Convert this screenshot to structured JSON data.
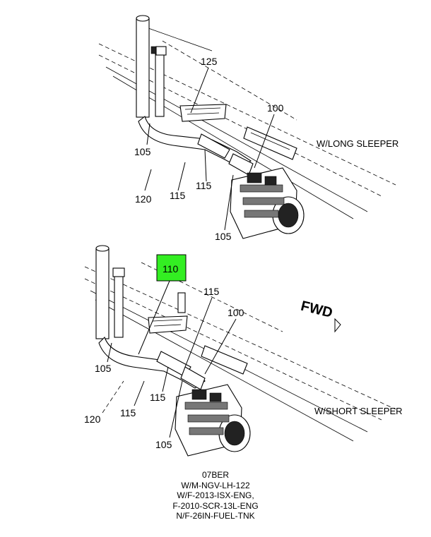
{
  "top_view": {
    "caption": "W/LONG SLEEPER",
    "callouts": [
      "125",
      "100",
      "105",
      "115",
      "115",
      "120",
      "105"
    ]
  },
  "bottom_view": {
    "caption": "W/SHORT SLEEPER",
    "highlight": {
      "label": "110",
      "color": "#33ee22"
    },
    "callouts": [
      "115",
      "100",
      "105",
      "115",
      "120",
      "115",
      "105"
    ]
  },
  "direction_marker": "FWD",
  "footer_notes": [
    "07BER",
    "W/M-NGV-LH-122",
    "W/F-2013-ISX-ENG,",
    "F-2010-SCR-13L-ENG",
    "N/F-26IN-FUEL-TNK"
  ]
}
